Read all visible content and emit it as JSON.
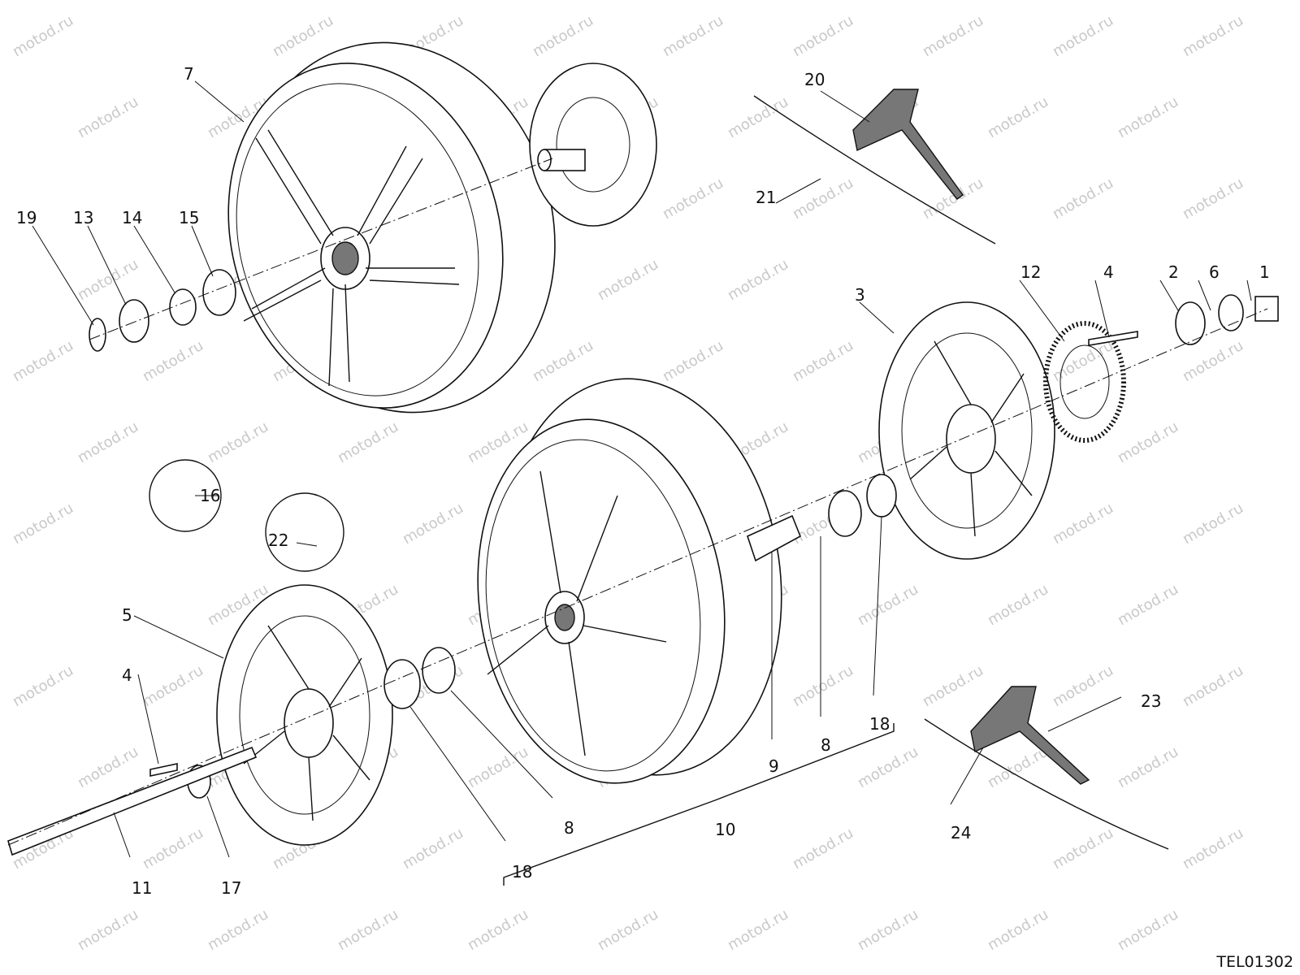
{
  "watermark": "motod.ru",
  "drawing_code": "TEL01302",
  "callouts": {
    "c1": "1",
    "c2": "2",
    "c3": "3",
    "c4a": "4",
    "c4b": "4",
    "c5": "5",
    "c6": "6",
    "c7": "7",
    "c8a": "8",
    "c8b": "8",
    "c9": "9",
    "c10": "10",
    "c11": "11",
    "c12": "12",
    "c13": "13",
    "c14": "14",
    "c15": "15",
    "c16": "16",
    "c17": "17",
    "c18a": "18",
    "c18b": "18",
    "c19": "19",
    "c20": "20",
    "c21": "21",
    "c22": "22",
    "c23": "23",
    "c24": "24"
  }
}
